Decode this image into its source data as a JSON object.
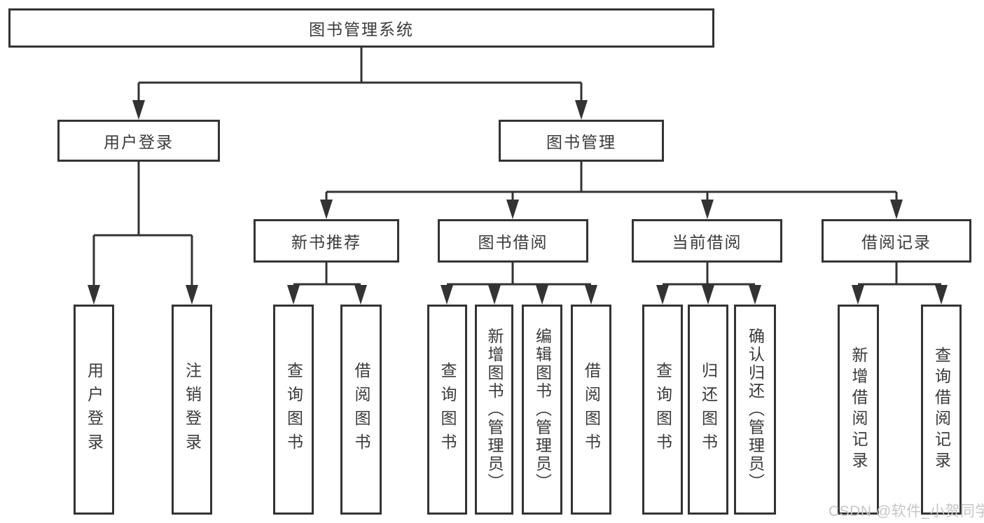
{
  "diagram": {
    "title": "图书管理系统",
    "root": {
      "label": "图书管理系统"
    },
    "level2": [
      {
        "label": "用户登录"
      },
      {
        "label": "图书管理"
      }
    ],
    "level3": [
      {
        "label": "新书推荐"
      },
      {
        "label": "图书借阅"
      },
      {
        "label": "当前借阅"
      },
      {
        "label": "借阅记录"
      }
    ],
    "leaves": {
      "user_login": [
        {
          "label": "用户登录"
        },
        {
          "label": "注销登录"
        }
      ],
      "new_book": [
        {
          "label": "查询图书"
        },
        {
          "label": "借阅图书"
        }
      ],
      "borrow": [
        {
          "label": "查询图书"
        },
        {
          "label": "新增图书（管理员）"
        },
        {
          "label": "编辑图书（管理员）"
        },
        {
          "label": "借阅图书"
        }
      ],
      "current": [
        {
          "label": "查询图书"
        },
        {
          "label": "归还图书"
        },
        {
          "label": "确认归还（管理员）"
        }
      ],
      "records": [
        {
          "label": "新增借阅记录"
        },
        {
          "label": "查询借阅记录"
        }
      ]
    },
    "watermark": "CSDN @软件_小贺同学",
    "colors": {
      "line": "#333333",
      "box_border": "#333333",
      "text": "#3a3a3a",
      "watermark": "#c6c6c6",
      "background": "#ffffff"
    }
  }
}
